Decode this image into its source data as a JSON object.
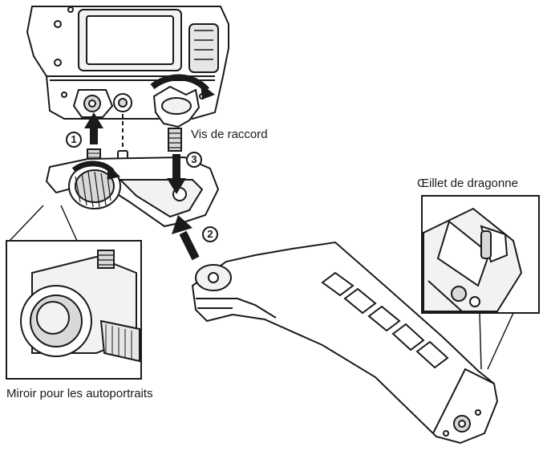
{
  "labels": {
    "screw": "Vis de raccord",
    "strap_eyelet": "Œillet de dragonne",
    "selfie_mirror": "Miroir pour les autoportraits"
  },
  "steps": [
    "1",
    "2",
    "3"
  ],
  "colors": {
    "line": "#1a1a1a",
    "fill": "#ffffff",
    "shade": "#d9d9d9",
    "dark": "#8a8a8a"
  },
  "icons": [
    "camera-body",
    "tripod-adapter",
    "connection-screw",
    "grip-handle",
    "rotate-arrow",
    "push-arrow",
    "zoom-callout"
  ]
}
